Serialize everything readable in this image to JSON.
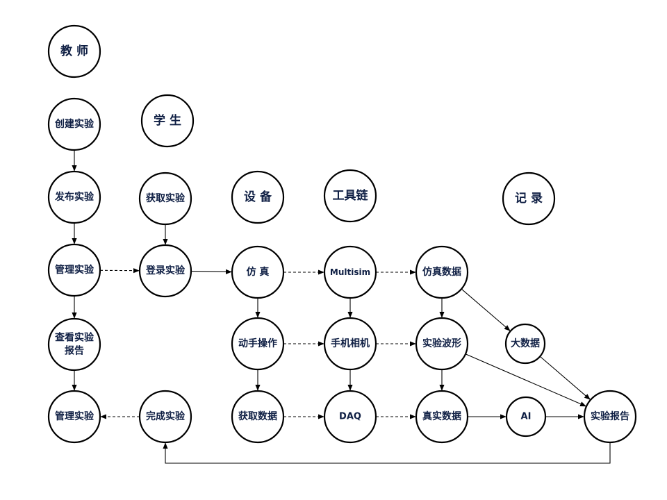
{
  "nodes": {
    "teacher": "教 师",
    "student": "学 生",
    "device": "设 备",
    "toolchain": "工具链",
    "record": "记 录",
    "create": "创建实验",
    "publish": "发布实验",
    "fetch": "获取实验",
    "manage1": "管理实验",
    "login": "登录实验",
    "sim": "仿 真",
    "multisim": "Multisim",
    "simdata": "仿真数据",
    "viewreport": [
      "查看实验",
      "报告"
    ],
    "handson": "动手操作",
    "phone": "手机相机",
    "waveform": "实验波形",
    "bigdata": "大数据",
    "manage2": "管理实验",
    "complete": "完成实验",
    "getdata": "获取数据",
    "daq": "DAQ",
    "realdata": "真实数据",
    "ai": "AI",
    "report": "实验报告"
  },
  "colors": {
    "stroke": "#000000",
    "text": "#0f1f44",
    "background": "#ffffff"
  }
}
